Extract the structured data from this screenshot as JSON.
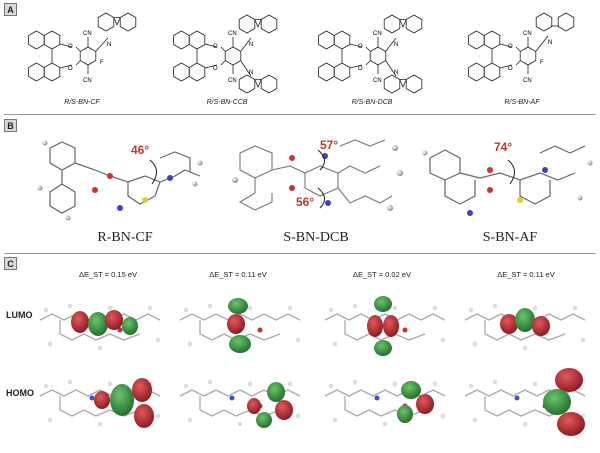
{
  "panels": {
    "a": "A",
    "b": "B",
    "c": "C"
  },
  "panel_a": {
    "molecules": [
      {
        "caption": "R/S-BN-CF"
      },
      {
        "caption": "R/S-BN-CCB"
      },
      {
        "caption": "R/S-BN-DCB"
      },
      {
        "caption": "R/S-BN-AF"
      }
    ],
    "atom_labels": {
      "cn": "CN",
      "o": "O",
      "n": "N",
      "f": "F"
    }
  },
  "panel_b": {
    "structures": [
      {
        "caption": "R-BN-CF",
        "angles": [
          "46°"
        ]
      },
      {
        "caption": "S-BN-DCB",
        "angles": [
          "57°",
          "56°"
        ]
      },
      {
        "caption": "S-BN-AF",
        "angles": [
          "74°"
        ]
      }
    ]
  },
  "panel_c": {
    "gaps": [
      "ΔE_ST = 0.15 eV",
      "ΔE_ST = 0.11 eV",
      "ΔE_ST = 0.02 eV",
      "ΔE_ST = 0.11 eV"
    ],
    "rows": [
      "LUMO",
      "HOMO"
    ]
  },
  "colors": {
    "orbital_red": "#b0202a",
    "orbital_green": "#2f8f3a",
    "angle_red": "#c0392b",
    "label_bg": "#d9d9d9"
  }
}
